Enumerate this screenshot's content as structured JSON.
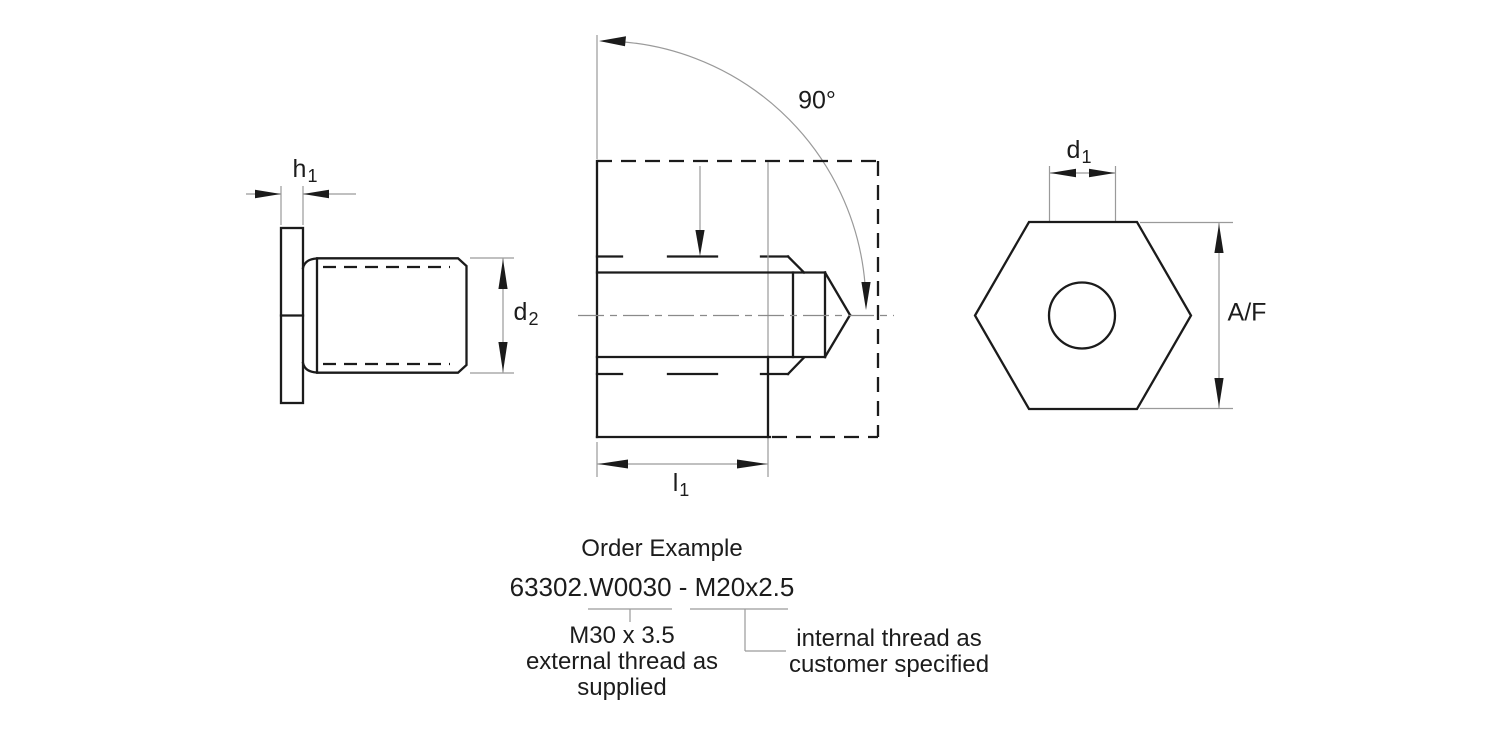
{
  "drawing": {
    "labels": {
      "h1": {
        "base": "h",
        "sub": "1"
      },
      "d2": {
        "base": "d",
        "sub": "2"
      },
      "angle": "90°",
      "l1": {
        "base": "l",
        "sub": "1"
      },
      "d1": {
        "base": "d",
        "sub": "1"
      },
      "af": "A/F"
    },
    "order": {
      "heading": "Order Example",
      "code": "63302.W0030 - M20x2.5",
      "left_note": {
        "line1": "M30 x 3.5",
        "line2": "external thread as",
        "line3": "supplied"
      },
      "right_note": {
        "line1": "internal thread as",
        "line2": "customer specified"
      }
    },
    "colors": {
      "background": "#ffffff",
      "part_edge": "#1b1b1b",
      "dimension_line": "#9a9a9a",
      "centerline": "#8a8a8a",
      "text": "#1c1c1c"
    }
  }
}
